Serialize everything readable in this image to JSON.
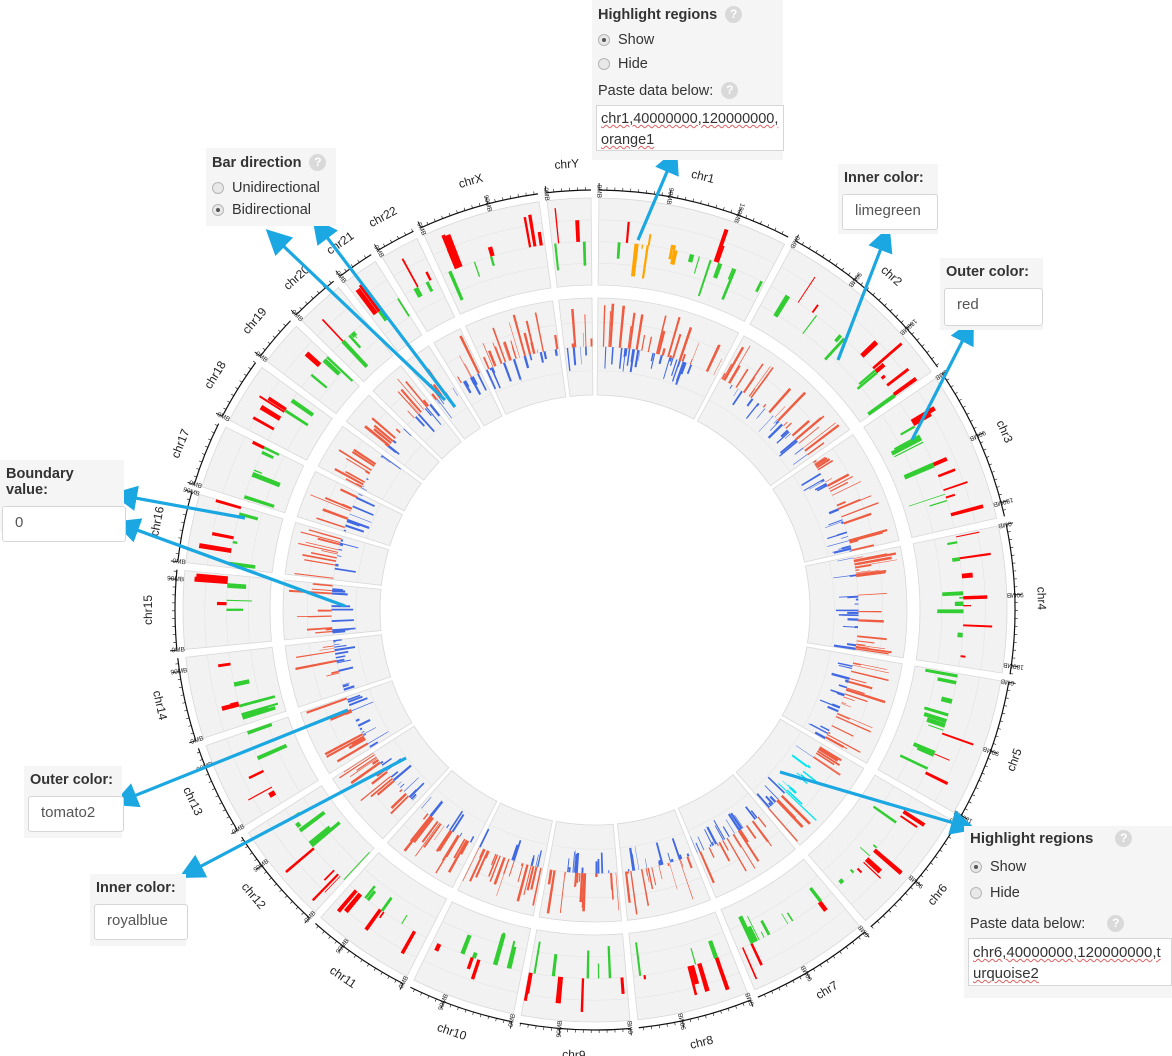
{
  "colors": {
    "outer_bar": "#ff0000",
    "inner_bar": "#32cd32",
    "tomato": "#ee5c42",
    "royalblue": "#4169e1",
    "highlight_chr1": "#ffa500",
    "highlight_chr6": "#00e5ee",
    "arrow": "#1ba7e1",
    "track_bg": "#f2f2f2"
  },
  "chart_data": {
    "type": "circos",
    "chromosomes": [
      "chr1",
      "chr2",
      "chr3",
      "chr4",
      "chr5",
      "chr6",
      "chr7",
      "chr8",
      "chr9",
      "chr10",
      "chr11",
      "chr12",
      "chr13",
      "chr14",
      "chr15",
      "chr16",
      "chr17",
      "chr18",
      "chr19",
      "chr20",
      "chr21",
      "chr22",
      "chrX",
      "chrY"
    ],
    "tick_labels": [
      "0MB",
      "90MB",
      "180MB"
    ],
    "highlight_regions": [
      {
        "chr": "chr1",
        "start": 40000000,
        "end": 120000000,
        "color": "orange1"
      },
      {
        "chr": "chr6",
        "start": 40000000,
        "end": 120000000,
        "color": "turquoise2"
      }
    ]
  },
  "panels": {
    "highlight_top": {
      "title": "Highlight regions",
      "options": [
        "Show",
        "Hide"
      ],
      "selected": "Show",
      "paste_label": "Paste data below:",
      "paste_value": "chr1,40000000,120000000,orange1"
    },
    "bar_direction": {
      "title": "Bar direction",
      "options": [
        "Unidirectional",
        "Bidirectional"
      ],
      "selected": "Bidirectional"
    },
    "inner_color_top": {
      "title": "Inner color:",
      "value": "limegreen"
    },
    "outer_color_top": {
      "title": "Outer color:",
      "value": "red"
    },
    "boundary": {
      "title": "Boundary value:",
      "value": "0"
    },
    "outer_color_bottom": {
      "title": "Outer color:",
      "value": "tomato2"
    },
    "inner_color_bottom": {
      "title": "Inner color:",
      "value": "royalblue"
    },
    "highlight_bottom": {
      "title": "Highlight regions",
      "options": [
        "Show",
        "Hide"
      ],
      "selected": "Show",
      "paste_label": "Paste data below:",
      "paste_value": "chr6,40000000,120000000,turquoise2"
    }
  },
  "help_glyph": "?"
}
